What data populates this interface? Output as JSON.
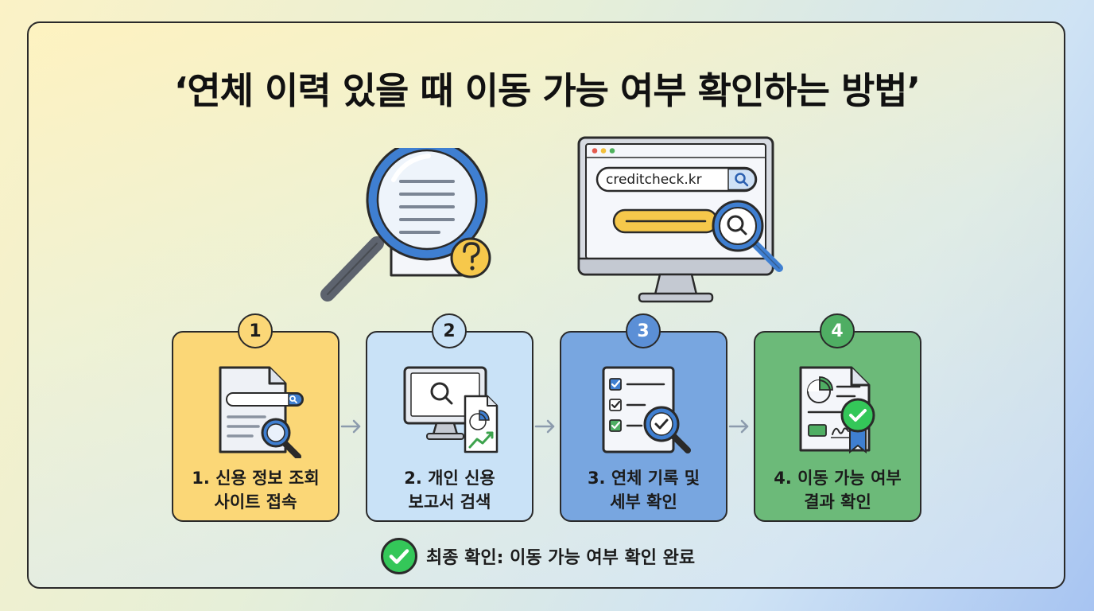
{
  "title": "‘연체 이력 있을 때 이동 가능 여부 확인하는 방법’",
  "browser": {
    "url": "creditcheck.kr"
  },
  "steps": [
    {
      "badge": "1",
      "line1": "1. 신용 정보 조회",
      "line2": "사이트 접속"
    },
    {
      "badge": "2",
      "line1": "2. 개인 신용",
      "line2": "보고서 검색"
    },
    {
      "badge": "3",
      "line1": "3. 연체 기록 및",
      "line2": "세부 확인"
    },
    {
      "badge": "4",
      "line1": "4. 이동 가능 여부",
      "line2": "결과 확인"
    }
  ],
  "final": {
    "text": "최종 확인: 이동 가능 여부 확인 완료"
  },
  "colors": {
    "step1": "#fbd777",
    "step2": "#c9e2f7",
    "step3": "#78a6e0",
    "step4": "#6cba79",
    "badge1": "#fbd777",
    "badge2": "#c9e2f7",
    "badge3": "#5b8fd6",
    "badge4": "#4fae63",
    "check": "#34c759"
  }
}
